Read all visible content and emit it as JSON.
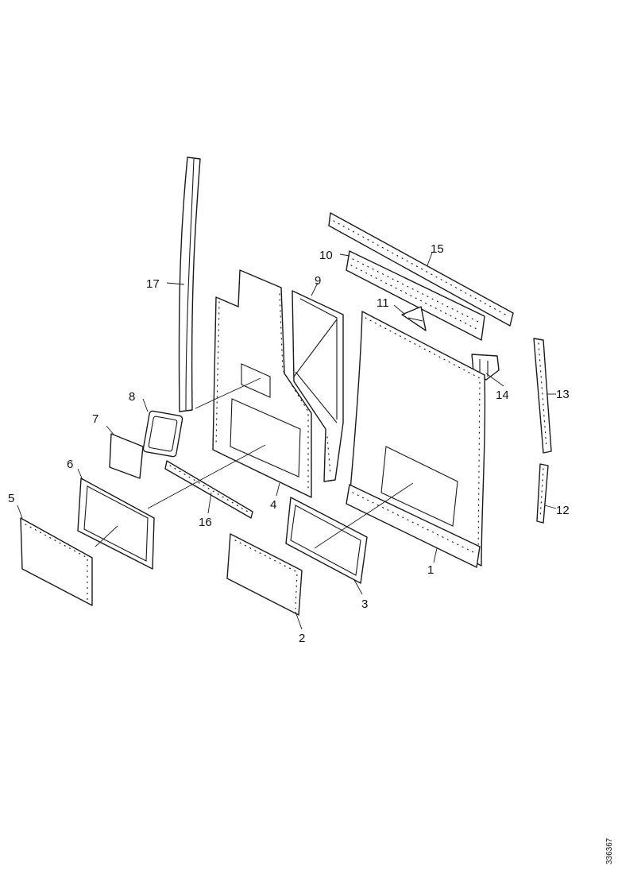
{
  "callouts": {
    "c1": "1",
    "c2": "2",
    "c3": "3",
    "c4": "4",
    "c5": "5",
    "c6": "6",
    "c7": "7",
    "c8": "8",
    "c9": "9",
    "c10": "10",
    "c11": "11",
    "c12": "12",
    "c13": "13",
    "c14": "14",
    "c15": "15",
    "c16": "16",
    "c17": "17"
  },
  "doc_ref": "336367"
}
